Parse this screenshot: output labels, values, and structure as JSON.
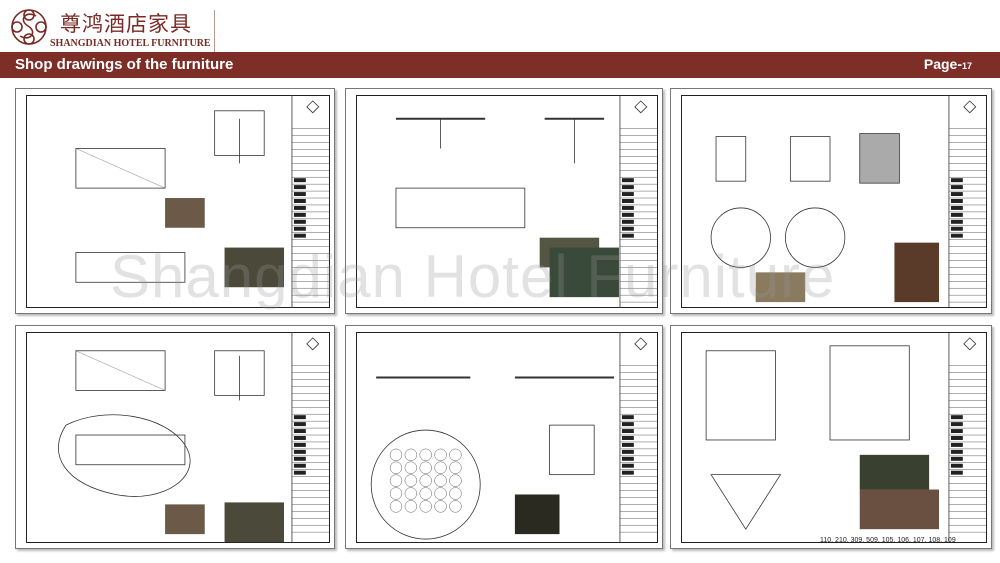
{
  "logo": {
    "cn": "尊鸿酒店家具",
    "en": "SHANGDIAN HOTEL FURNITURE"
  },
  "header": {
    "title": "Shop drawings of the furniture",
    "page_label": "Page-",
    "page_number": "17"
  },
  "watermark": "Shangdian Hotel Furniture",
  "panel6_codes": "110. 210. 309. 509. 105. 106. 107. 108. 109",
  "colors": {
    "brand": "#7d2f27"
  }
}
